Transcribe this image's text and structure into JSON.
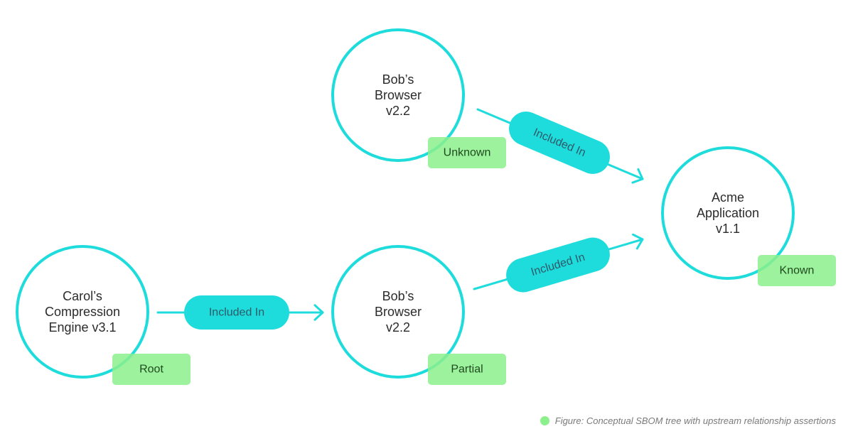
{
  "colors": {
    "node_stroke": "#1fdcdc",
    "edge": "#1fdcdc",
    "pill_fill": "#1fdcdc",
    "status_fill": "#8cf08c"
  },
  "nodes": [
    {
      "id": "carol",
      "lines": [
        "Carol’s",
        "Compression",
        "Engine v3.1"
      ],
      "status": "Root"
    },
    {
      "id": "bob-bottom",
      "lines": [
        "Bob’s",
        "Browser",
        "v2.2"
      ],
      "status": "Partial"
    },
    {
      "id": "bob-top",
      "lines": [
        "Bob’s",
        "Browser",
        "v2.2"
      ],
      "status": "Unknown"
    },
    {
      "id": "acme",
      "lines": [
        "Acme",
        "Application",
        "v1.1"
      ],
      "status": "Known"
    }
  ],
  "edges": [
    {
      "from": "carol",
      "to": "bob-bottom",
      "label": "Included In"
    },
    {
      "from": "bob-top",
      "to": "acme",
      "label": "Included In"
    },
    {
      "from": "bob-bottom",
      "to": "acme",
      "label": "Included In"
    }
  ],
  "caption": {
    "text": "Figure: Conceptual SBOM tree with upstream relationship assertions"
  }
}
